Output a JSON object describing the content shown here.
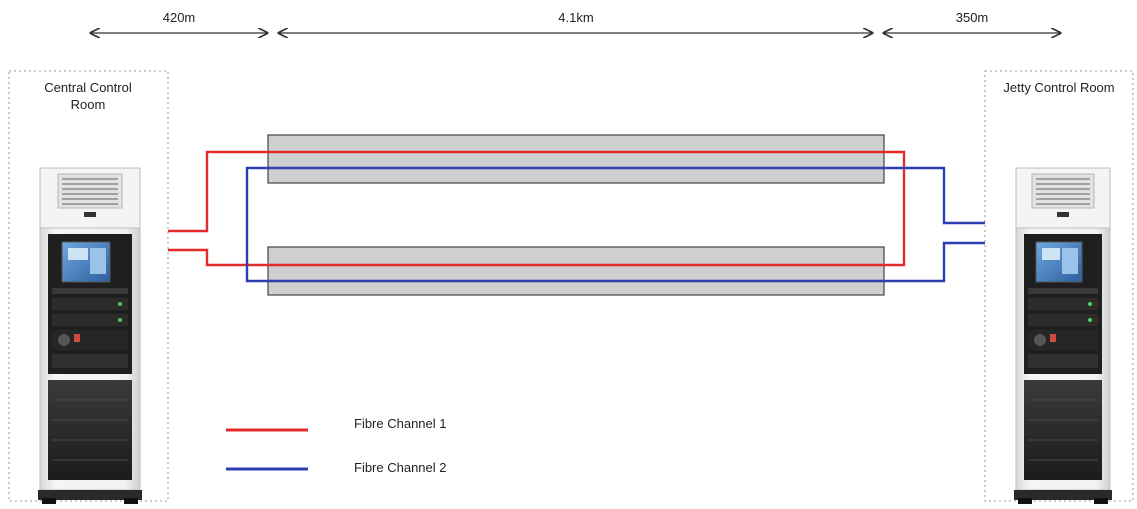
{
  "dimensions": {
    "left_distance": "420m",
    "middle_distance": "4.1km",
    "right_distance": "350m"
  },
  "rooms": {
    "left": {
      "label_line1": "Central Control",
      "label_line2": "Room"
    },
    "right": {
      "label": "Jetty Control Room"
    }
  },
  "legend": {
    "items": [
      {
        "label": "Fibre Channel 1",
        "color": "#e32b2b"
      },
      {
        "label": "Fibre Channel 2",
        "color": "#2b3fb0"
      }
    ]
  },
  "colors": {
    "channel_1": "#e32b2b",
    "channel_2": "#2b3fb0",
    "conduit_fill": "#cfcfcf",
    "conduit_stroke": "#444444",
    "dimension_arrow": "#333333"
  },
  "icons": {
    "cabinet": "server-rack-cabinet-icon"
  }
}
